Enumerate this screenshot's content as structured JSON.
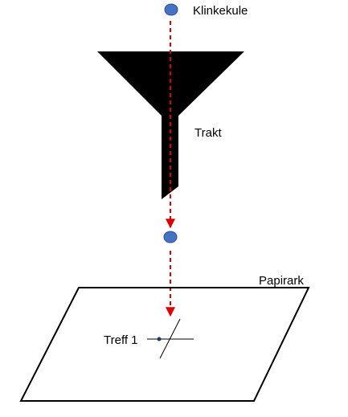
{
  "labels": {
    "marble": "Klinkekule",
    "funnel": "Trakt",
    "paper": "Papirark",
    "hit": "Treff 1"
  },
  "colors": {
    "marble": "#4472C4",
    "marble_stroke": "#2F528F",
    "path": "#E00000",
    "funnel": "#000000",
    "paper_outline": "#000000"
  }
}
